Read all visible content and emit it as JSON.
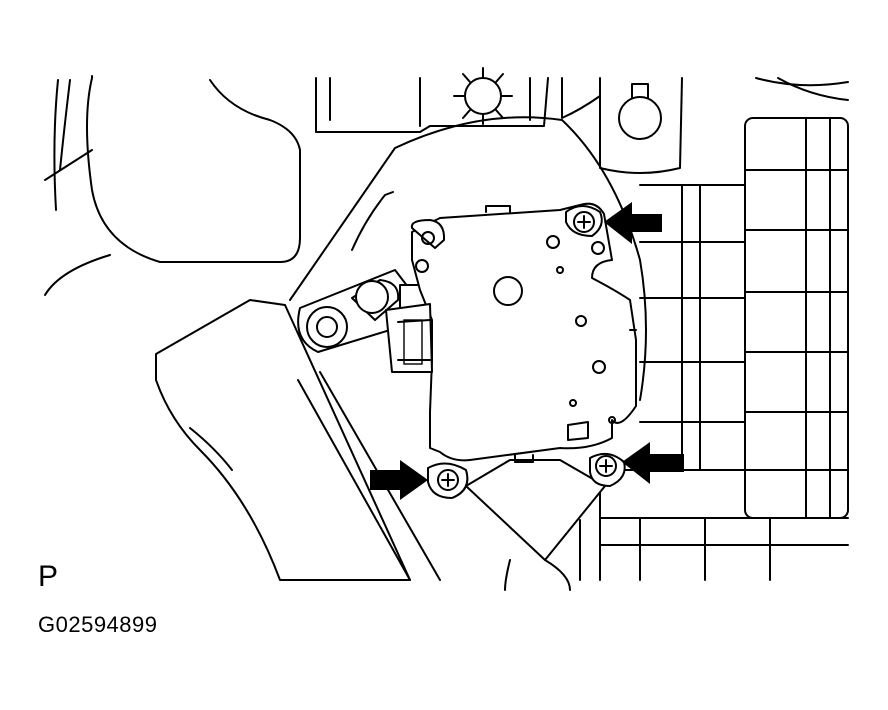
{
  "figure": {
    "view_letter": "P",
    "figure_code": "G02594899",
    "callouts": [
      "arrow-upper-right-screw",
      "arrow-lower-left-screw",
      "arrow-lower-right-screw"
    ],
    "colors": {
      "line": "#000000",
      "background": "#ffffff"
    }
  }
}
